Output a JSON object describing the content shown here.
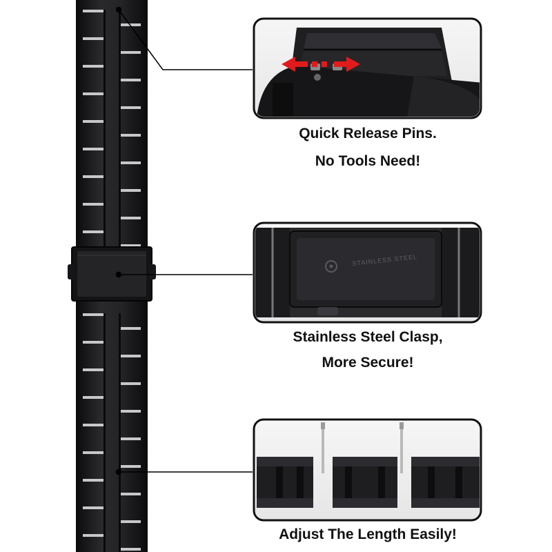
{
  "callouts": [
    {
      "lines": [
        "Quick Release Pins.",
        "No Tools Need!"
      ]
    },
    {
      "lines": [
        "Stainless Steel Clasp,",
        "More Secure!"
      ]
    },
    {
      "lines": [
        "Adjust The Length Easily!"
      ]
    }
  ],
  "clasp_engraving": "STAINLESS STEEL",
  "colors": {
    "band": "#1b1b1d",
    "band_edge": "#0c0c0d",
    "steel_gap": "#c8c8c8",
    "frame": "#111111",
    "arrow": "#e11b1b",
    "background": "#ffffff"
  }
}
